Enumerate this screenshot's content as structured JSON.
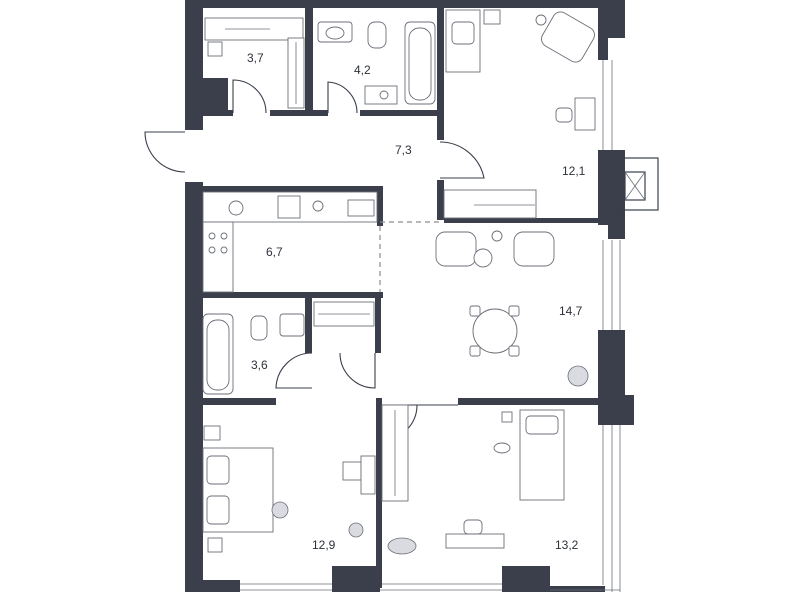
{
  "floor_plan": {
    "rooms": [
      {
        "id": "wardrobe",
        "area": "3,7"
      },
      {
        "id": "bathroom-top",
        "area": "4,2"
      },
      {
        "id": "hall",
        "area": "7,3"
      },
      {
        "id": "bedroom-top-right",
        "area": "12,1"
      },
      {
        "id": "kitchen",
        "area": "6,7"
      },
      {
        "id": "living",
        "area": "14,7"
      },
      {
        "id": "bathroom-mid",
        "area": "3,6"
      },
      {
        "id": "bedroom-bottom-left",
        "area": "12,9"
      },
      {
        "id": "bedroom-bottom-right",
        "area": "13,2"
      }
    ],
    "colors": {
      "wall": "#3a3f4b",
      "furniture": "#6b6f78",
      "background": "#ffffff"
    }
  }
}
